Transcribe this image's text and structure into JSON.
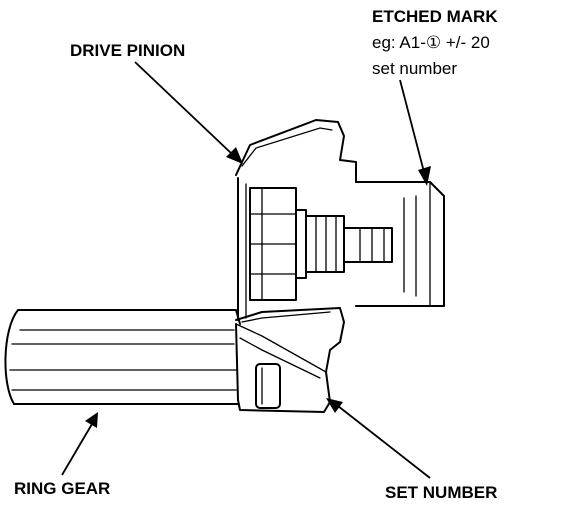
{
  "labels": {
    "drive_pinion": "DRIVE PINION",
    "etched_mark_title": "ETCHED MARK",
    "etched_mark_example": "eg: A1-① +/- 20",
    "etched_mark_sub": "set number",
    "ring_gear": "RING GEAR",
    "set_number": "SET NUMBER"
  }
}
